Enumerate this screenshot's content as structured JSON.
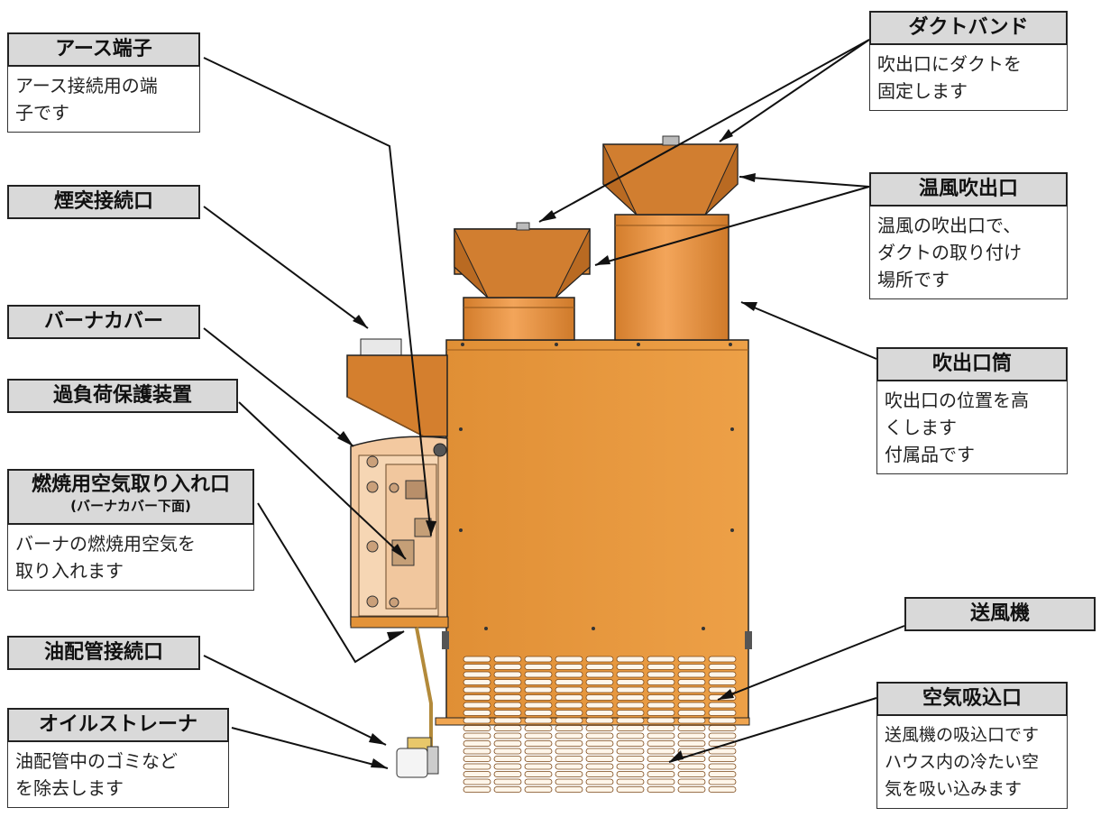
{
  "labels": {
    "earth": {
      "title": "アース端子",
      "desc": [
        "アース接続用の端",
        "子です"
      ]
    },
    "chimney": {
      "title": "煙突接続口"
    },
    "burner_cover": {
      "title": "バーナカバー"
    },
    "overload": {
      "title": "過負荷保護装置"
    },
    "air_intake": {
      "title": "燃焼用空気取り入れ口",
      "subtitle": "(バーナカバー下面)",
      "desc": [
        "バーナの燃焼用空気を",
        "取り入れます"
      ]
    },
    "oil_pipe": {
      "title": "油配管接続口"
    },
    "oil_strainer": {
      "title": "オイルストレーナ",
      "desc": [
        "油配管中のゴミなど",
        "を除去します"
      ]
    },
    "duct_band": {
      "title": "ダクトバンド",
      "desc": [
        "吹出口にダクトを",
        "固定します"
      ]
    },
    "hot_air_outlet": {
      "title": "温風吹出口",
      "desc": [
        "温風の吹出口で、",
        "ダクトの取り付け",
        "場所です"
      ]
    },
    "outlet_tube": {
      "title": "吹出口筒",
      "desc": [
        "吹出口の位置を高",
        "くします",
        "付属品です"
      ]
    },
    "blower": {
      "title": "送風機"
    },
    "air_inlet": {
      "title": "空気吸込口",
      "desc": [
        "送風機の吸込口です",
        "ハウス内の冷たい空",
        "気を吸い込みます"
      ]
    }
  },
  "colors": {
    "body": "#e89a3c",
    "body_dark": "#c9782a",
    "header_bg": "#d9d9d9",
    "line": "#111111"
  }
}
